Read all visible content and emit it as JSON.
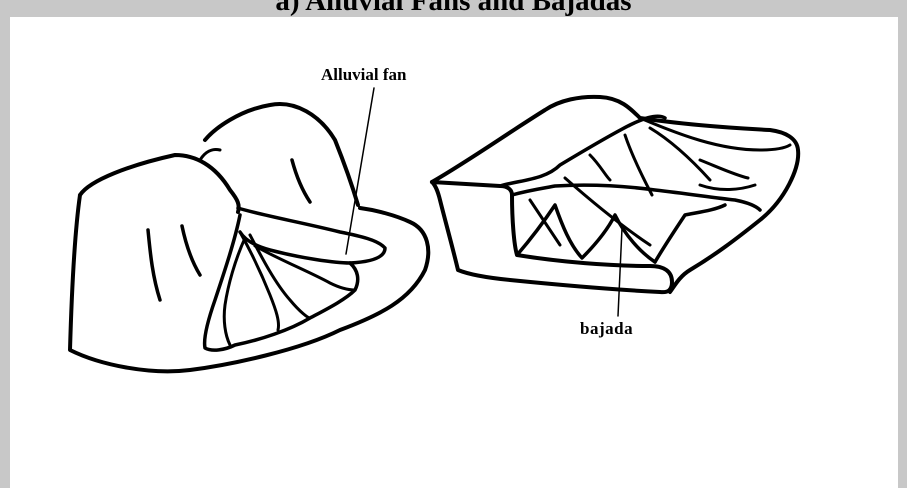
{
  "title": "a) Alluvial Fans and Bajadas",
  "labels": {
    "alluvial_fan": "Alluvial fan",
    "bajada": "bajada"
  },
  "colors": {
    "background": "#c8c8c8",
    "canvas": "#ffffff",
    "ink": "#000000"
  }
}
